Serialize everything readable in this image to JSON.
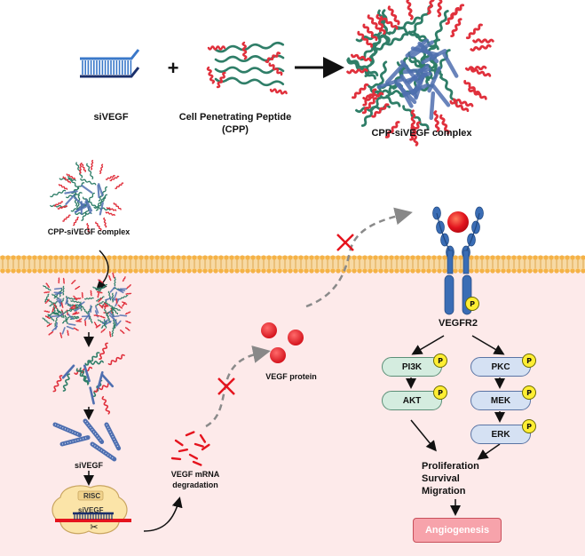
{
  "top": {
    "sivegf_label": "siVEGF",
    "cpp_label_line1": "Cell Penetrating Peptide",
    "cpp_label_line2": "(CPP)",
    "complex_label": "CPP-siVEGF complex",
    "plus_sign": "+"
  },
  "pathway": {
    "complex_label": "CPP-siVEGF complex",
    "sivegf_label": "siVEGF",
    "risc_label": "RISC",
    "risc_sivegf_label": "siVEGF",
    "mrna_line1": "VEGF mRNA",
    "mrna_line2": "degradation",
    "vegf_protein_label": "VEGF protein",
    "receptor_label": "VEGFR2",
    "p_badge": "P"
  },
  "signaling": {
    "pi3k": "PI3K",
    "akt": "AKT",
    "pkc": "PKC",
    "mek": "MEK",
    "erk": "ERK",
    "outcome_1": "Proliferation",
    "outcome_2": "Survival",
    "outcome_3": "Migration",
    "final": "Angiogenesis"
  },
  "colors": {
    "cytoplasm": "#fdeaea",
    "membrane_head": "#f5b247",
    "peptide_red": "#e0303c",
    "peptide_green": "#2f7e68",
    "sirna_blue": "#4f6fb0",
    "receptor_blue": "#3a6db5",
    "vegf_red": "#e5141e"
  }
}
